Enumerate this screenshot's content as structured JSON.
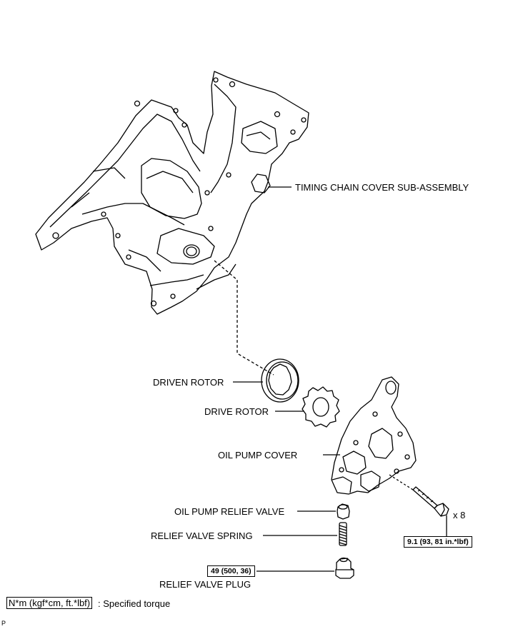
{
  "labels": {
    "timing_chain_cover": "TIMING CHAIN COVER SUB-ASSEMBLY",
    "driven_rotor": "DRIVEN ROTOR",
    "drive_rotor": "DRIVE ROTOR",
    "oil_pump_cover": "OIL PUMP COVER",
    "relief_valve": "OIL PUMP RELIEF VALVE",
    "relief_spring": "RELIEF VALVE SPRING",
    "relief_plug": "RELIEF VALVE PLUG",
    "bolt_qty": "x 8"
  },
  "torque": {
    "bolt": "9.1 (93, 81 in.*lbf)",
    "plug": "49 (500, 36)"
  },
  "legend": {
    "box_text": "N*m (kgf*cm, ft.*lbf)",
    "text": ": Specified torque"
  },
  "corner_mark": "P"
}
